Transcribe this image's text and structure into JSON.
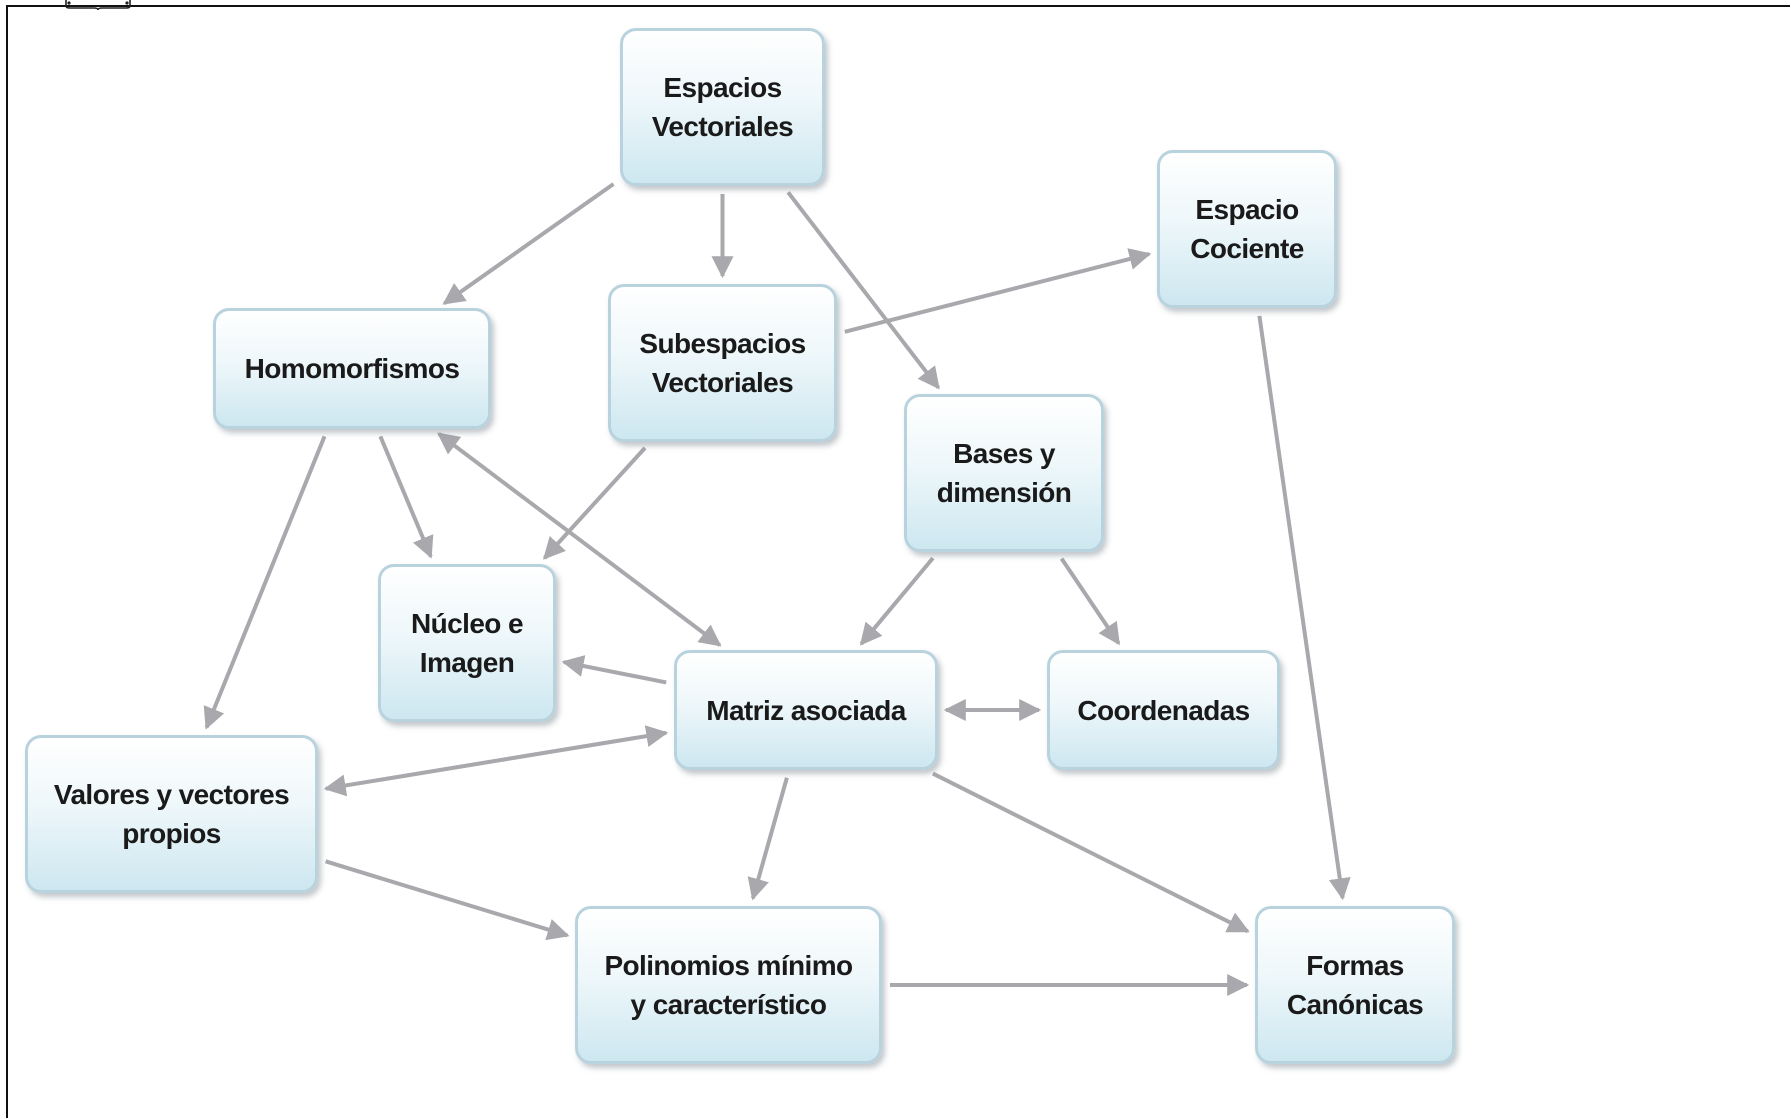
{
  "diagram": {
    "nodes": {
      "espacios_vectoriales": "Espacios\nVectoriales",
      "espacio_cociente": "Espacio\nCociente",
      "homomorfismos": "Homomorfismos",
      "subespacios_vectoriales": "Subespacios\nVectoriales",
      "bases_y_dimension": "Bases y\ndimensión",
      "nucleo_e_imagen": "Núcleo e\nImagen",
      "matriz_asociada": "Matriz asociada",
      "coordenadas": "Coordenadas",
      "valores_y_vectores_propios": "Valores y vectores\npropios",
      "polinomios": "Polinomios mínimo\ny característico",
      "formas_canonicas": "Formas\nCanónicas"
    },
    "edges": [
      {
        "from": "espacios_vectoriales",
        "to": "homomorfismos",
        "bidirectional": false
      },
      {
        "from": "espacios_vectoriales",
        "to": "subespacios_vectoriales",
        "bidirectional": false
      },
      {
        "from": "espacios_vectoriales",
        "to": "bases_y_dimension",
        "bidirectional": false
      },
      {
        "from": "subespacios_vectoriales",
        "to": "espacio_cociente",
        "bidirectional": false
      },
      {
        "from": "subespacios_vectoriales",
        "to": "nucleo_e_imagen",
        "bidirectional": false
      },
      {
        "from": "homomorfismos",
        "to": "nucleo_e_imagen",
        "bidirectional": false
      },
      {
        "from": "homomorfismos",
        "to": "valores_y_vectores_propios",
        "bidirectional": false
      },
      {
        "from": "homomorfismos",
        "to": "matriz_asociada",
        "bidirectional": true
      },
      {
        "from": "bases_y_dimension",
        "to": "matriz_asociada",
        "bidirectional": false
      },
      {
        "from": "bases_y_dimension",
        "to": "coordenadas",
        "bidirectional": false
      },
      {
        "from": "espacio_cociente",
        "to": "formas_canonicas",
        "bidirectional": false
      },
      {
        "from": "matriz_asociada",
        "to": "nucleo_e_imagen",
        "bidirectional": false
      },
      {
        "from": "matriz_asociada",
        "to": "coordenadas",
        "bidirectional": true
      },
      {
        "from": "matriz_asociada",
        "to": "valores_y_vectores_propios",
        "bidirectional": true
      },
      {
        "from": "matriz_asociada",
        "to": "polinomios",
        "bidirectional": false
      },
      {
        "from": "matriz_asociada",
        "to": "formas_canonicas",
        "bidirectional": false
      },
      {
        "from": "valores_y_vectores_propios",
        "to": "polinomios",
        "bidirectional": false
      },
      {
        "from": "polinomios",
        "to": "formas_canonicas",
        "bidirectional": false
      }
    ],
    "colors": {
      "arrow": "#a8a8ad",
      "node_border": "#b9d3de",
      "node_fill_top": "#ffffff",
      "node_fill_bottom": "#cde7f0",
      "text": "#1a1a1a"
    }
  }
}
